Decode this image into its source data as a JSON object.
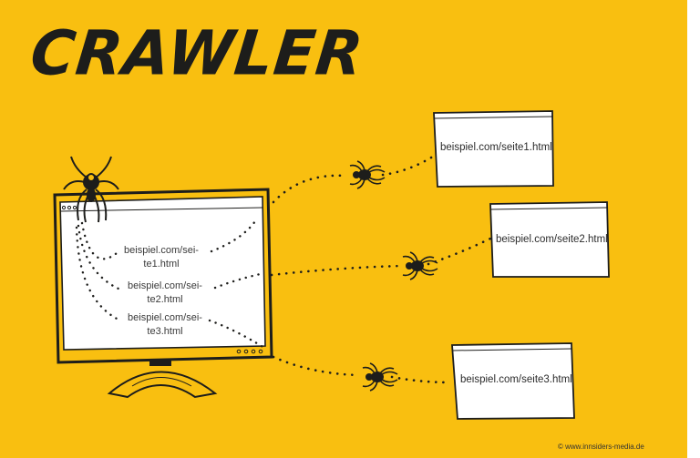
{
  "title": "CRAWLER",
  "colors": {
    "background": "#f9bf10",
    "ink": "#1d1d1b",
    "paper": "#ffffff"
  },
  "monitor": {
    "links": [
      {
        "line1": "beispiel.com/sei-",
        "line2": "te1.html"
      },
      {
        "line1": "beispiel.com/sei-",
        "line2": "te2.html"
      },
      {
        "line1": "beispiel.com/sei-",
        "line2": "te3.html"
      }
    ]
  },
  "pages": [
    {
      "label": "beispiel.com/seite1.html"
    },
    {
      "label": "beispiel.com/seite2.html"
    },
    {
      "label": "beispiel.com/seite3.html"
    }
  ],
  "icons": [
    "spider-icon",
    "monitor-icon",
    "browser-window-icon"
  ],
  "copyright": "©  www.innsiders-media.de"
}
